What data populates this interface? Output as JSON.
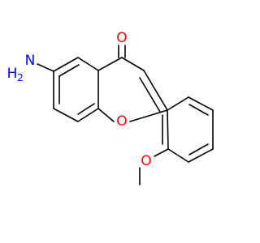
{
  "molecule": {
    "atoms": {
      "carbonyl_oxygen": {
        "symbol": "O",
        "color": "#ff0000"
      },
      "ring_oxygen": {
        "symbol": "O",
        "color": "#ff0000"
      },
      "methoxy_oxygen": {
        "symbol": "O",
        "color": "#ff0000"
      },
      "amino_nitrogen": {
        "symbol": "N",
        "color": "#0000ff"
      },
      "amino_h": {
        "symbol": "H",
        "color": "#0000ff"
      },
      "amino_h2": {
        "symbol": "2",
        "color": "#0000ff"
      }
    },
    "bond_color": "#000000",
    "background": "#ffffff"
  }
}
